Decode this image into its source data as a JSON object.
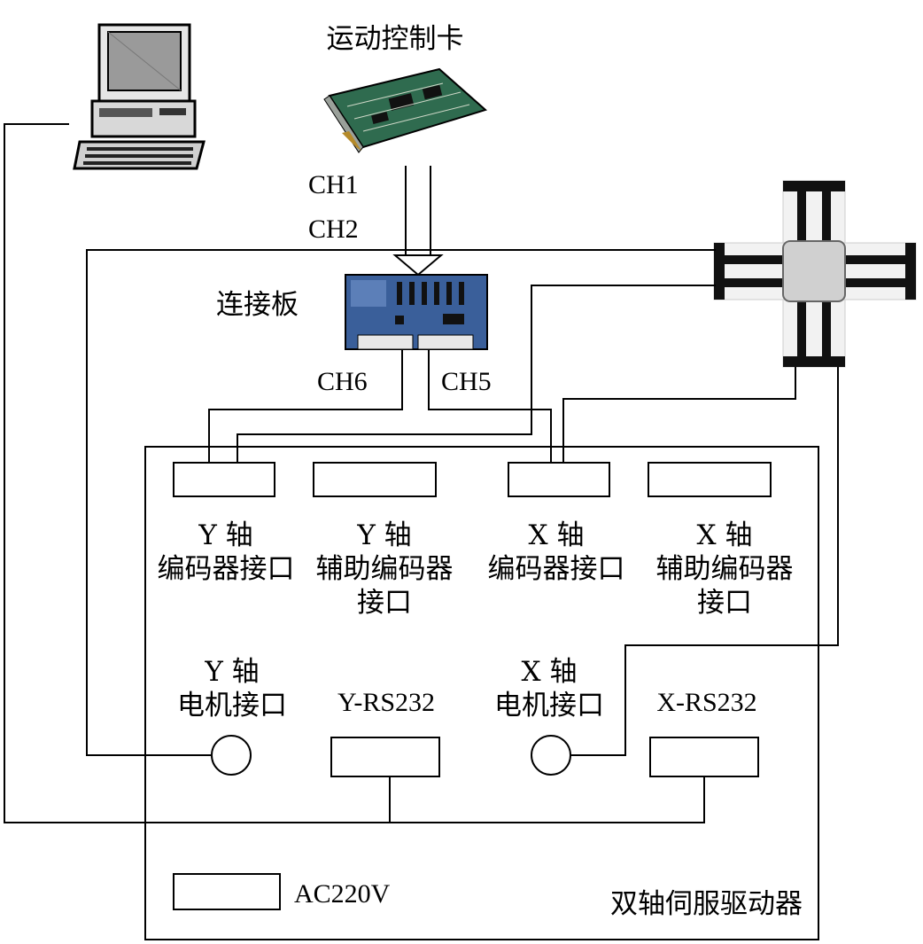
{
  "title": "运动控制卡",
  "labels": {
    "connector_board": "连接板",
    "ch1": "CH1",
    "ch2": "CH2",
    "ch6": "CH6",
    "ch5": "CH5",
    "driver": "双轴伺服驱动器",
    "ac": "AC220V",
    "y_rs232": "Y-RS232",
    "x_rs232": "X-RS232"
  },
  "ports": {
    "y_enc": [
      "Y 轴",
      "编码器接口"
    ],
    "y_aux": [
      "Y 轴",
      "辅助编码器",
      "接口"
    ],
    "x_enc": [
      "X 轴",
      "编码器接口"
    ],
    "x_aux": [
      "X 轴",
      "辅助编码器",
      "接口"
    ],
    "y_motor": [
      "Y 轴",
      "电机接口"
    ],
    "x_motor": [
      "X 轴",
      "电机接口"
    ]
  },
  "colors": {
    "board_green": "#2f6b4f",
    "panel_blue": "#3a5f9a",
    "stage_black": "#111111"
  }
}
